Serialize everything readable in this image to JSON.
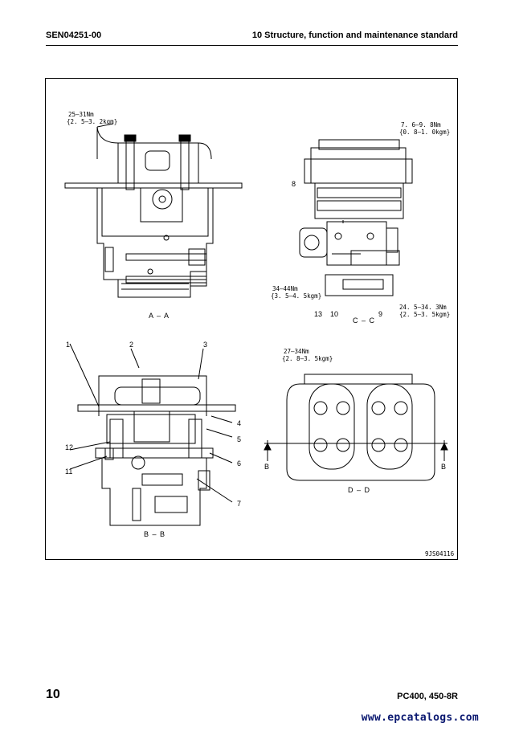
{
  "header": {
    "doc_code": "SEN04251-00",
    "section_title": "10 Structure, function and maintenance standard"
  },
  "figure": {
    "views": [
      {
        "caption": "A – A",
        "torque": [
          "25–31Nm",
          "{2. 5–3. 2kgm}"
        ]
      },
      {
        "caption": "C – C",
        "torque_top": [
          "7. 6–9. 8Nm",
          "{0. 8–1. 0kgm}"
        ],
        "torque_left": [
          "34–44Nm",
          "{3. 5–4. 5kgm}"
        ],
        "torque_right": [
          "24. 5–34. 3Nm",
          "{2. 5–3. 5kgm}"
        ],
        "callouts": [
          "8",
          "13",
          "10",
          "9"
        ]
      },
      {
        "caption": "B – B",
        "callouts": [
          "1",
          "2",
          "3",
          "4",
          "5",
          "6",
          "7",
          "11",
          "12"
        ]
      },
      {
        "caption": "D – D",
        "torque": [
          "27–34Nm",
          "{2. 8–3. 5kgm}"
        ],
        "section_marks": [
          "B",
          "B"
        ]
      }
    ],
    "figure_id": "9JS04116"
  },
  "footer": {
    "page_number": "10",
    "model": "PC400, 450-8R"
  },
  "watermark": "www.epcatalogs.com"
}
